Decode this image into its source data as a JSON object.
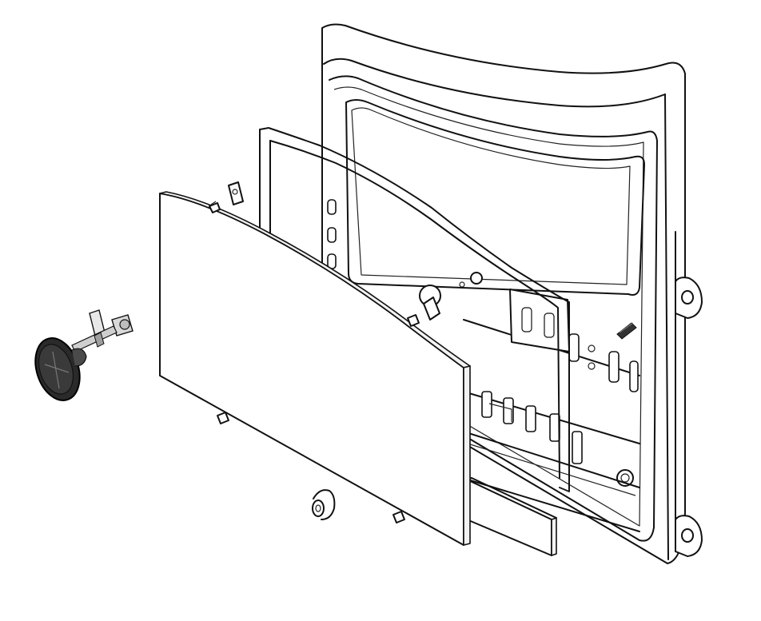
{
  "figure": {
    "type": "exploded-assembly-drawing",
    "parts": [
      {
        "name": "door-frame",
        "icon": "cast-door-frame"
      },
      {
        "name": "glass-gasket-frame",
        "icon": "rectangular-gasket"
      },
      {
        "name": "glass-panel",
        "icon": "flat-glass-panel"
      },
      {
        "name": "lower-gasket-strip",
        "icon": "gasket-strip"
      },
      {
        "name": "handle-knob-assembly",
        "icon": "knob-with-latch"
      },
      {
        "name": "glass-retainer-clips",
        "icon": "clip"
      },
      {
        "name": "mounting-studs",
        "icon": "stud"
      },
      {
        "name": "hinge-lugs",
        "icon": "hinge-lug"
      },
      {
        "name": "latch-washer",
        "icon": "washer"
      }
    ],
    "colors": {
      "line": "#111111",
      "background": "#ffffff",
      "knob": "#2a2a2a"
    }
  }
}
